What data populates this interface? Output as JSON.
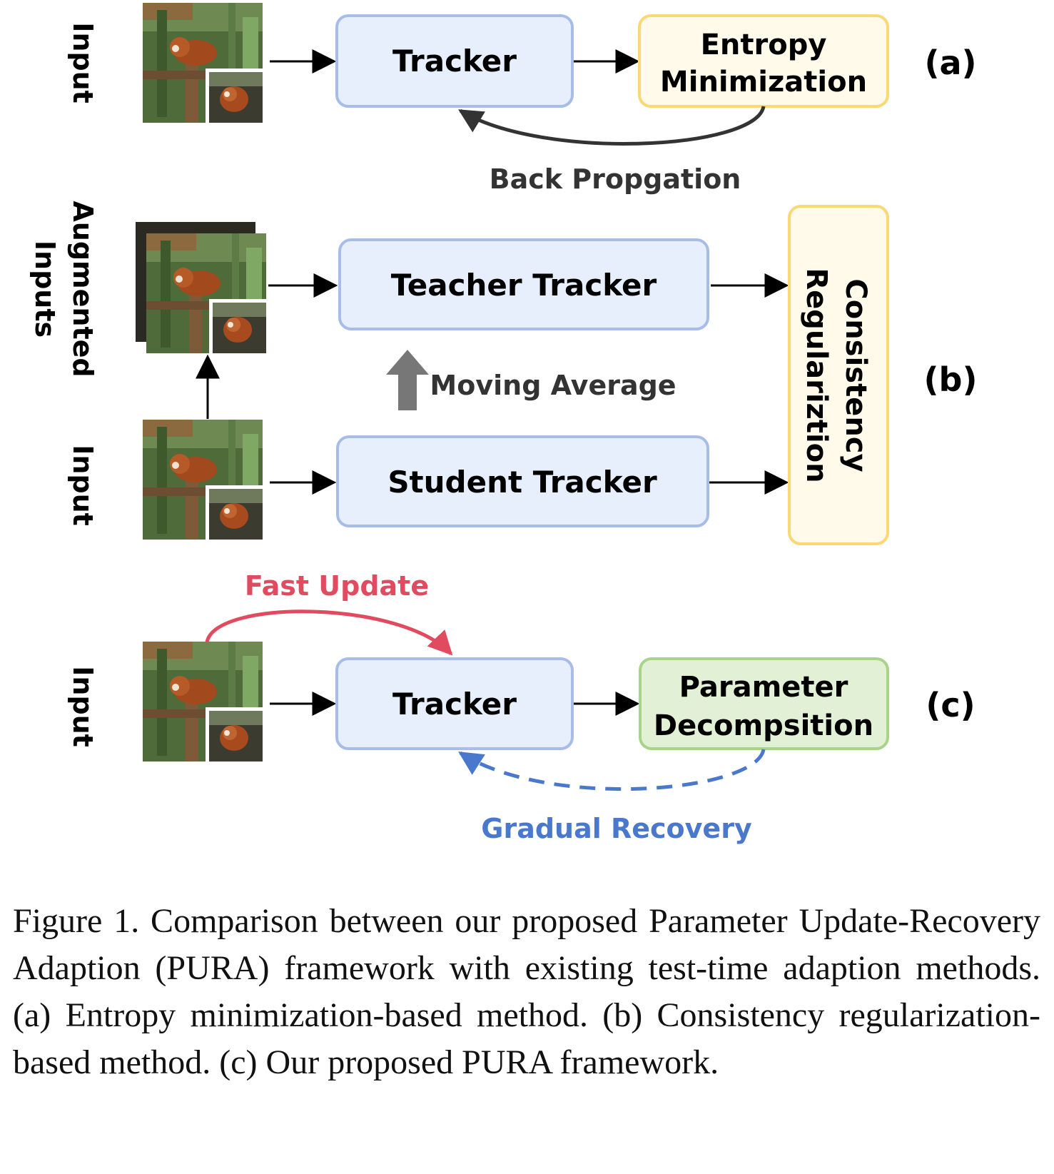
{
  "panels": {
    "a": {
      "tag": "(a)",
      "input_label": "Input",
      "tracker_label": "Tracker",
      "objective_line1": "Entropy",
      "objective_line2": "Minimization",
      "feedback_label": "Back Propgation"
    },
    "b": {
      "tag": "(b)",
      "augmented_line1": "Augmented",
      "augmented_line2": "Inputs",
      "input_label": "Input",
      "teacher_label": "Teacher Tracker",
      "student_label": "Student Tracker",
      "ema_label": "Moving Average",
      "objective_line1": "Consistency",
      "objective_line2": "Regulariztion"
    },
    "c": {
      "tag": "(c)",
      "input_label": "Input",
      "tracker_label": "Tracker",
      "fast_update_label": "Fast Update",
      "objective_line1": "Parameter",
      "objective_line2": "Decompsition",
      "feedback_label": "Gradual Recovery"
    }
  },
  "caption": "Figure 1.  Comparison between our proposed Parameter Update-Recovery Adaption (PURA) framework with existing test-time adaption methods.  (a) Entropy minimization-based method.  (b) Consistency regularization-based method.   (c) Our proposed PURA framework.",
  "colors": {
    "tracker_fill": "#e8effc",
    "tracker_stroke": "#a7bde8",
    "yellow_fill": "#fffaea",
    "yellow_stroke": "#fbd876",
    "green_fill": "#e2f0d6",
    "green_stroke": "#a8d48a",
    "fast_update": "#e04b5f",
    "gradual_recovery": "#4a78cc",
    "moving_avg_arrow": "#777777"
  }
}
